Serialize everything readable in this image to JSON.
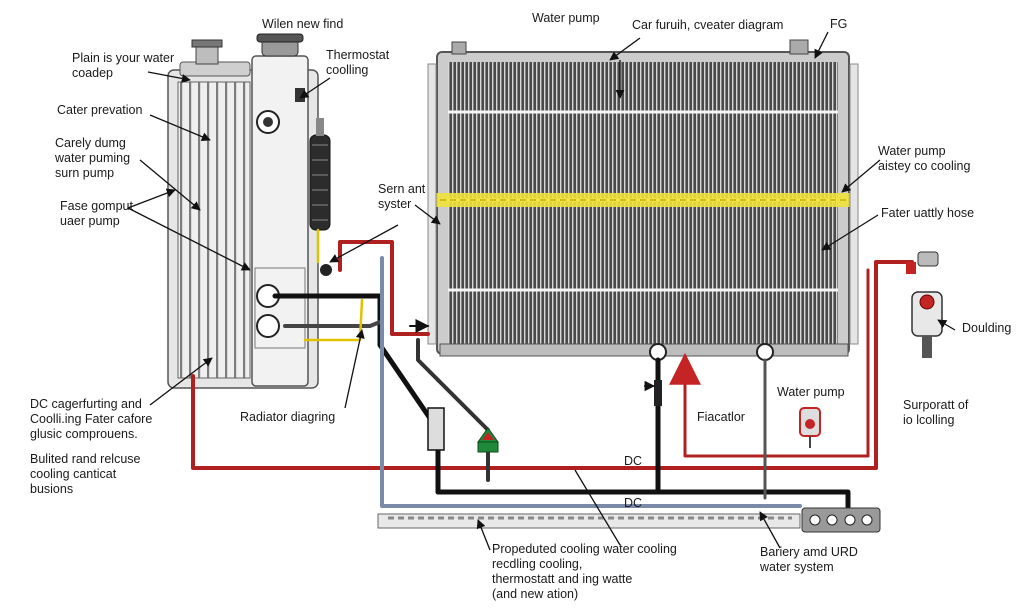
{
  "labels": {
    "when_new_find": "Wilen new find",
    "water_pump_top": "Water pump",
    "car_heater_diagram": "Car furuih, cveater diagram",
    "fg": "FG",
    "plain_water": "Plain is your water\ncoadep",
    "thermostat_cooling": "Thermostat\ncoolling",
    "cater_prevation": "Cater prevation",
    "carely_pump": "Carely dumg\nwater puming\nsurn pump",
    "fase_gomput": "Fase gomput\nuaer pump",
    "sern_ant_syster": "Sern ant\nsyster",
    "water_pump_right": "Water pump\naistey co cooling",
    "fater_hose": "Fater uattly hose",
    "doulding": "Doulding",
    "dc_cager": "DC cagerfurting and\nCoolli.ing Fater cafore\nglusic comprouens.",
    "bulted_rand": "Bulited rand relcuse\ncooling canticat\nbusions",
    "radiator_diagram": "Radiator diagring",
    "fiacatlor": "Fiacatlor",
    "water_pump_mid": "Water pump",
    "surporatt": "Surporatt of\nio lcolling",
    "dc_1": "DC",
    "dc_2": "DC",
    "propeduted": "Propeduted cooling water cooling\nrecdling cooling,\nthermostatt and ing watte\n(and new ation)",
    "bariery_urd": "Bariery amd URD\nwater system"
  },
  "colors": {
    "hot_hose": "#b02020",
    "black_hose": "#111111",
    "cool_hose": "#7a8aa8",
    "yellow_band": "#f2e23a",
    "core": "#3a3a3a",
    "frame": "#9a9a9a",
    "green_valve": "#1f8a3a",
    "red_part": "#c42424"
  }
}
